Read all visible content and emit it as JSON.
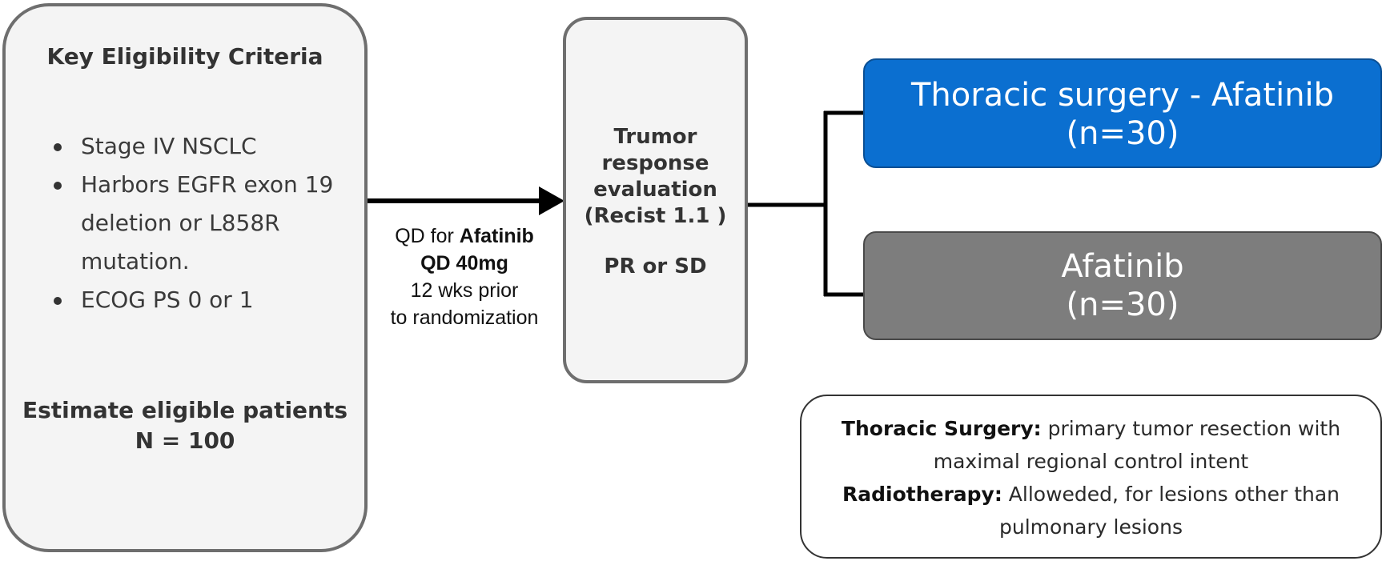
{
  "eligibility": {
    "title": "Key Eligibility Criteria",
    "criteria": [
      "Stage IV NSCLC",
      "Harbors EGFR exon 19 deletion or L858R mutation.",
      "ECOG PS 0 or 1"
    ],
    "estimate_label": "Estimate eligible patients",
    "estimate_value": "N = 100"
  },
  "treatment_arrow": {
    "prefix": "QD for ",
    "drug": "Afatinib",
    "dose": "QD 40mg",
    "duration": "12 wks prior",
    "timing": "to randomization"
  },
  "evaluation": {
    "line1": "Trumor",
    "line2": "response",
    "line3": "evaluation",
    "line4": "(Recist 1.1 )",
    "result": "PR or SD"
  },
  "arms": [
    {
      "label": "Thoracic surgery - Afatinib",
      "n": "(n=30)",
      "color": "#0b6fd0"
    },
    {
      "label": "Afatinib",
      "n": "(n=30)",
      "color": "#7d7d7d"
    }
  ],
  "notes": {
    "surgery_label": "Thoracic Surgery:",
    "surgery_text": " primary tumor resection with maximal regional control intent",
    "radio_label": "Radiotherapy:",
    "radio_text": " Alloweded, for lesions other than pulmonary lesions"
  }
}
